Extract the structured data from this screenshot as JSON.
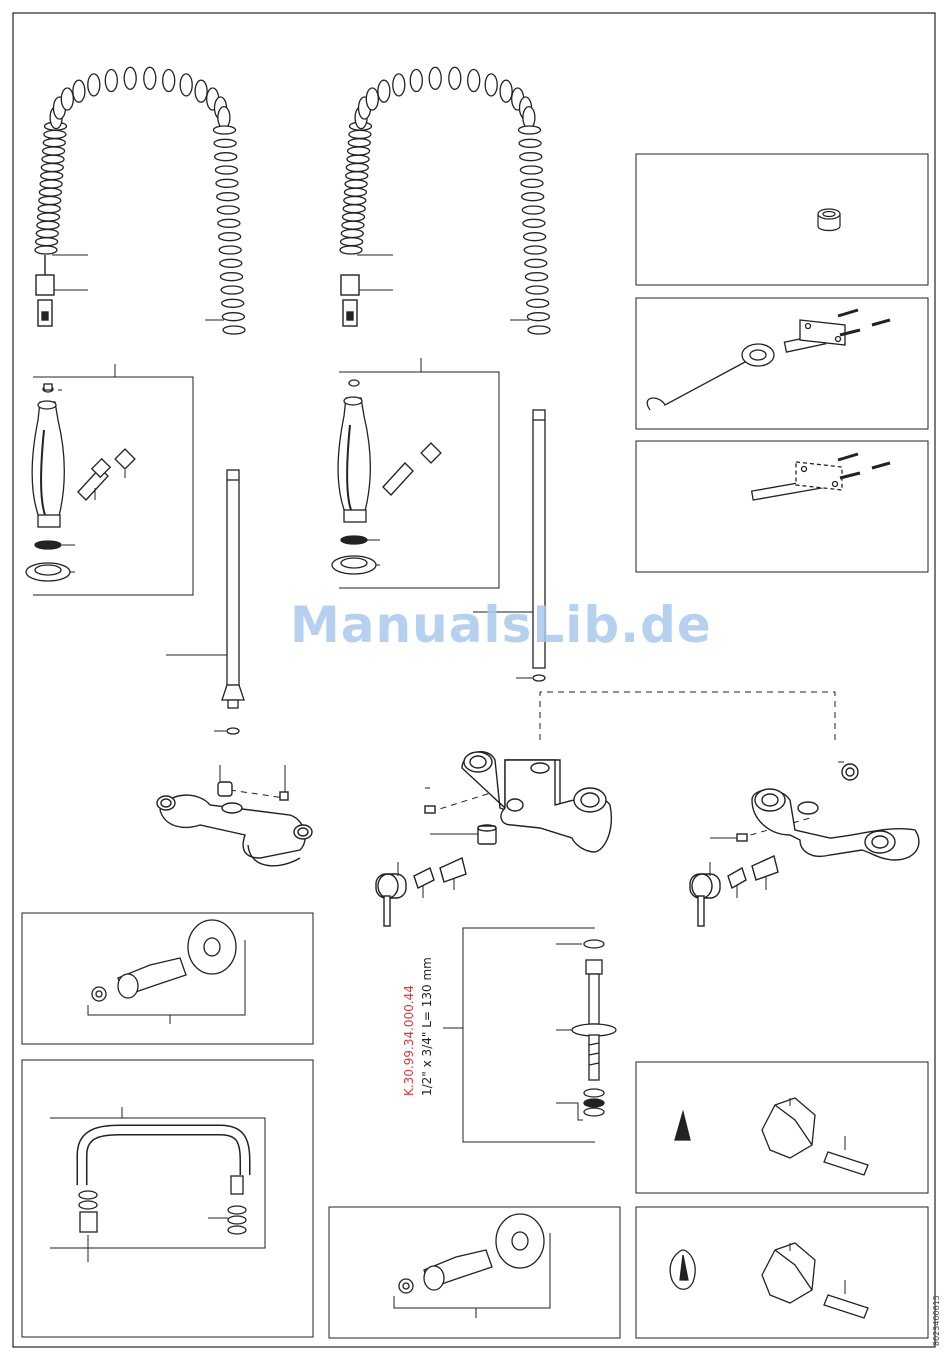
{
  "watermark": "ManualsLib.de",
  "part_number": "K.30.99.34.000.44",
  "part_spec": "1/2\" x 3/4\" L= 130 mm",
  "document_number": "8023400615",
  "colors": {
    "line": "#222222",
    "watermark": "#aac8ee",
    "part_number": "#d43c3c"
  }
}
